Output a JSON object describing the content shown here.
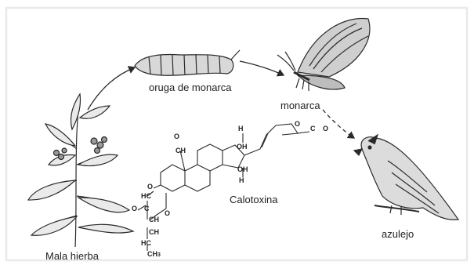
{
  "labels": {
    "caterpillar": "oruga de monarca",
    "butterfly": "monarca",
    "bird": "azulejo",
    "plant": "Mala hierba",
    "compound": "Calotoxina"
  },
  "chemistry": {
    "aldehyde": "CH",
    "o_top": "O",
    "oh_upper": "OH",
    "h_upper": "H",
    "oh_lower": "OH",
    "h_lower": "H",
    "o_ring_junction": "O",
    "lactone_o": "O",
    "lactone_c": "C",
    "lactone_o2": "O",
    "hc": "HC",
    "o_left": "O",
    "c_keto": "C",
    "ch_mid": "CH",
    "o_ring": "O",
    "ch_2": "CH",
    "hc_2": "HC",
    "ch3": "CH",
    "ch3_sub": "3"
  },
  "colors": {
    "ink": "#2a2a2a",
    "paper": "#ffffff",
    "border": "#cfcfcf"
  }
}
